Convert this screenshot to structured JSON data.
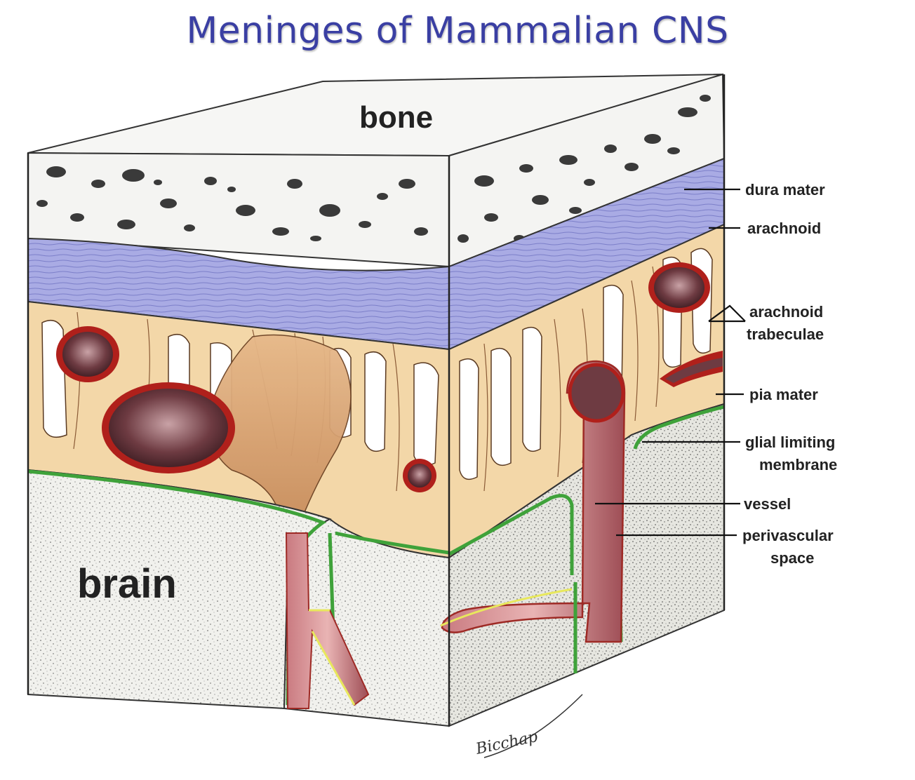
{
  "title": "Meninges of Mammalian CNS",
  "big_labels": {
    "bone": "bone",
    "brain": "brain"
  },
  "callouts": {
    "dura_mater": "dura mater",
    "arachnoid": "arachnoid",
    "arachnoid_trabeculae_1": "arachnoid",
    "arachnoid_trabeculae_2": "trabeculae",
    "pia_mater": "pia mater",
    "glial_limiting_membrane_1": "glial limiting",
    "glial_limiting_membrane_2": "membrane",
    "vessel": "vessel",
    "perivascular_space_1": "perivascular",
    "perivascular_space_2": "space"
  },
  "signature": "Bicchap",
  "colors": {
    "title": "#3a3fa3",
    "bone": "#f4f4f2",
    "dura": "#a9abe4",
    "arachnoid": "#f3d7a8",
    "vessel_wall": "#b0201b",
    "vessel_inner": "#6a2a2e",
    "pia": "#3fa23a",
    "brain": "#efefeb"
  }
}
